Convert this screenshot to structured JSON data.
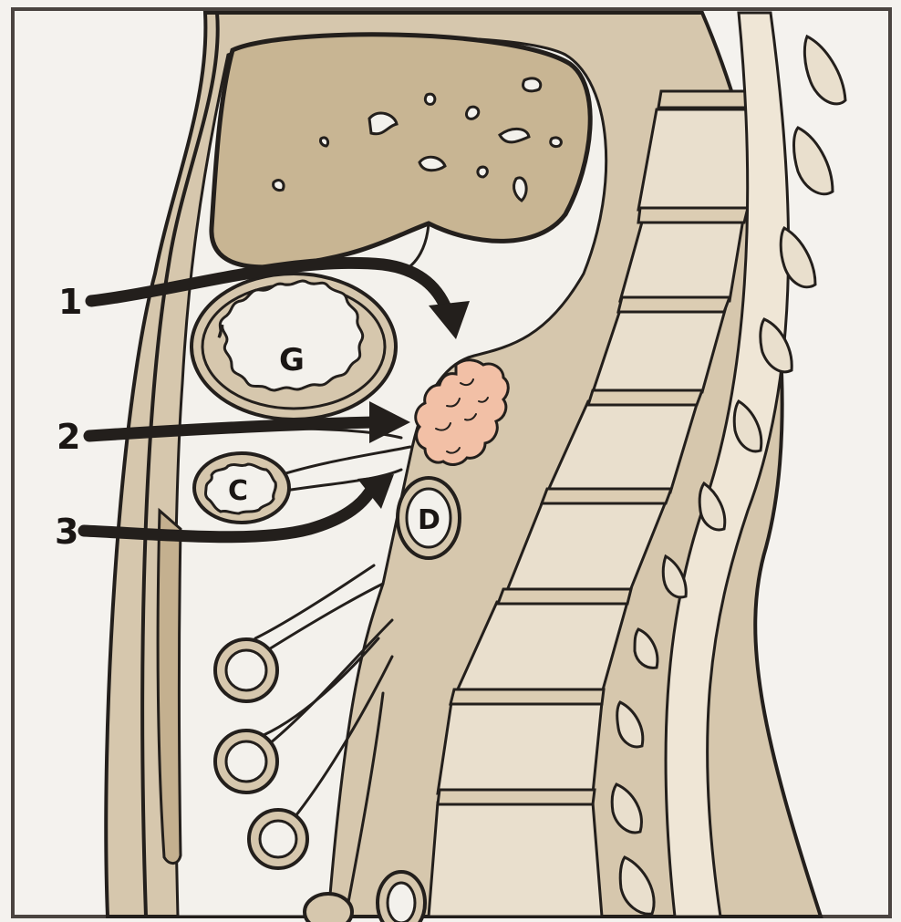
{
  "figure": {
    "labels": [
      {
        "id": "G",
        "text": "G"
      },
      {
        "id": "C",
        "text": "C"
      },
      {
        "id": "D",
        "text": "D"
      }
    ],
    "arrows": [
      {
        "id": "arrow-1",
        "number": "1"
      },
      {
        "id": "arrow-2",
        "number": "2"
      },
      {
        "id": "arrow-3",
        "number": "3"
      }
    ]
  },
  "colors": {
    "background": "#f4f2ee",
    "tissue": "#d6c7ad",
    "tissue_dark": "#c4b08f",
    "cavity": "#f3f1ec",
    "vertebra": "#e9dfcd",
    "disc": "#dccdb3",
    "pancreas": "#f2c0a6",
    "outline": "#231f1c"
  }
}
